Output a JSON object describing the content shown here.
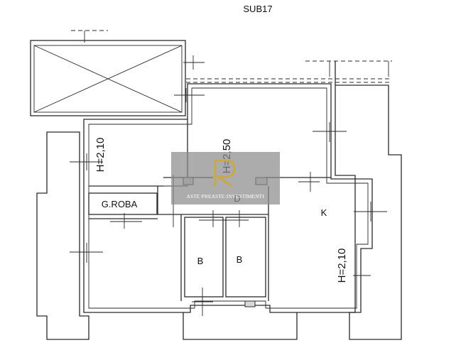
{
  "title": "SUB17",
  "rooms": {
    "wardrobe": "G.ROBA",
    "hall": "D",
    "kitchen": "K",
    "bath1": "B",
    "bath2": "B"
  },
  "heights": {
    "left_room": "H=2,10",
    "center": "H=2,50",
    "kitchen": "H=2,10"
  },
  "watermark": {
    "text": "ASTE·PREASTE·INVESTIMENTI",
    "bg": "#8c8c8c",
    "logo_color": "#c9a84a"
  }
}
